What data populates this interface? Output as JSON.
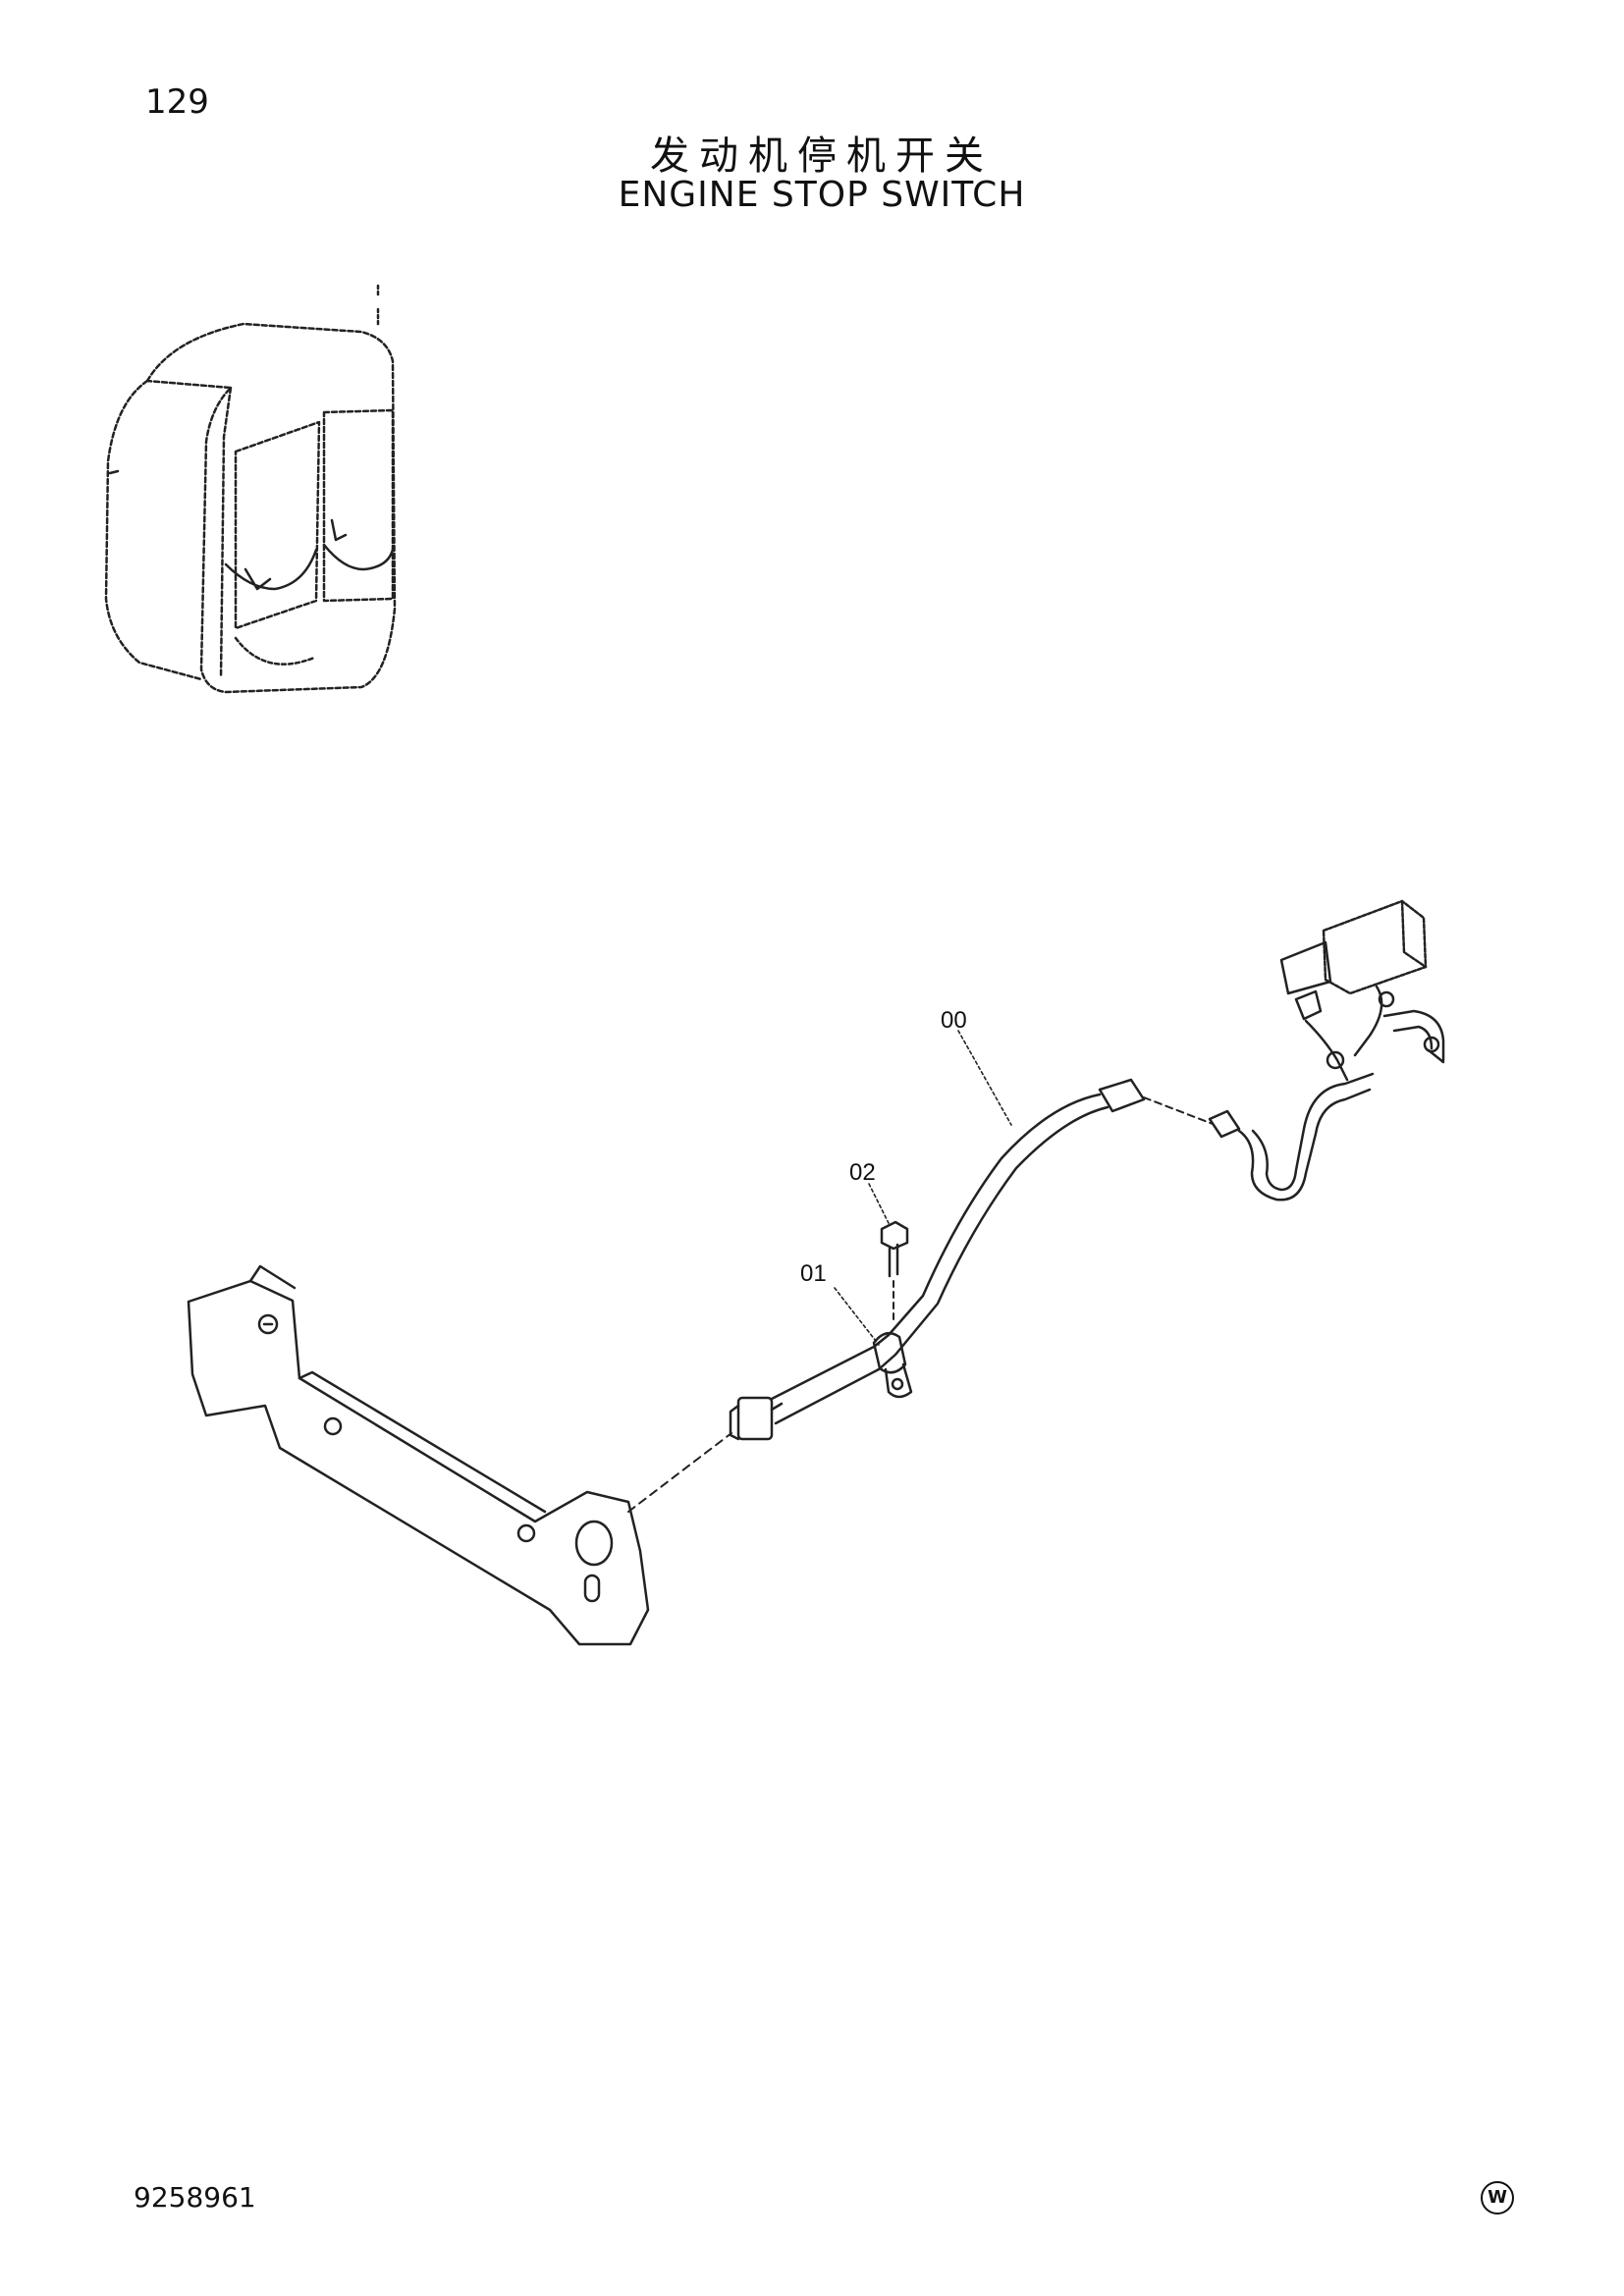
{
  "page": {
    "number": "129"
  },
  "title": {
    "chinese": "发动机停机开关",
    "english": "ENGINE STOP SWITCH"
  },
  "callouts": [
    {
      "id": "harness",
      "label": "00"
    },
    {
      "id": "clamp",
      "label": "01"
    },
    {
      "id": "bolt",
      "label": "02"
    }
  ],
  "footer": {
    "doc_number": "9258961",
    "brand_mark": "W"
  }
}
